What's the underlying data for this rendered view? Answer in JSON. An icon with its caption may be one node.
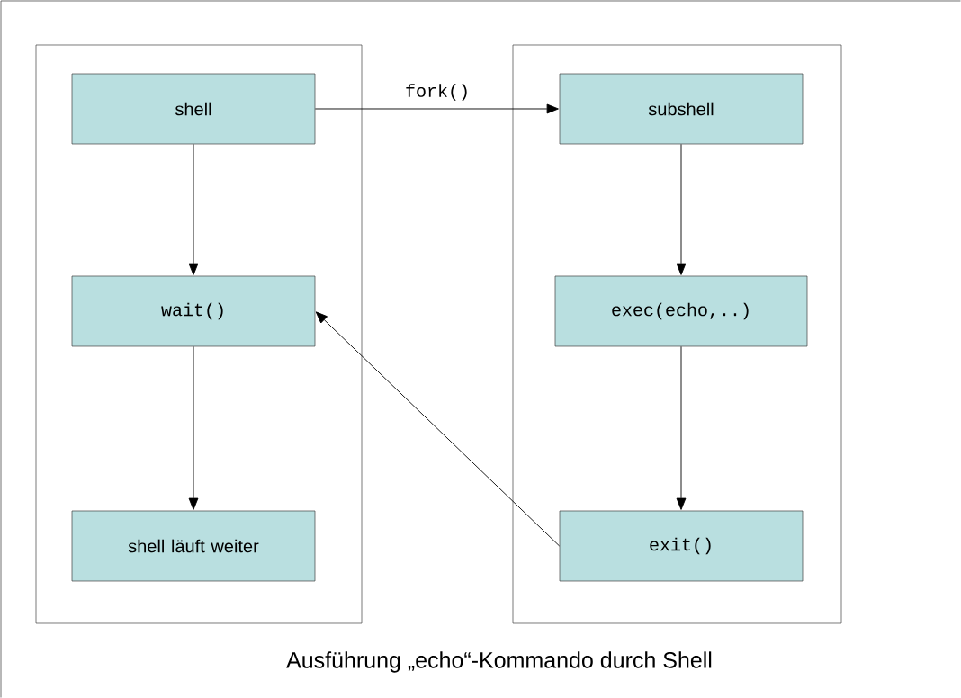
{
  "diagram": {
    "caption": "Ausführung „echo“-Kommando durch Shell",
    "nodes": [
      {
        "text": [],
        "shape": "box"
      },
      {
        "text": [
          "shell"
        ],
        "in": 0
      },
      {
        "text": [
          "wait()"
        ],
        "in": 0
      },
      {
        "text": [
          "shell läuft weiter"
        ],
        "in": 0
      },
      {
        "text": [],
        "shape": "box"
      },
      {
        "text": [
          "subshell"
        ],
        "in": 4
      },
      {
        "text": [
          "exec(echo,..)"
        ],
        "in": 4
      },
      {
        "text": [
          "exit()"
        ],
        "in": 4
      }
    ],
    "edges": [
      {
        "from": 1,
        "to": 5,
        "arrow": "to",
        "label": "fork()"
      },
      {
        "from": 1,
        "to": 2,
        "arrow": "to"
      },
      {
        "from": 2,
        "to": 3,
        "arrow": "to"
      },
      {
        "from": 5,
        "to": 6,
        "arrow": "to"
      },
      {
        "from": 6,
        "to": 7,
        "arrow": "to"
      },
      {
        "from": 7,
        "to": 2,
        "arrow": "to"
      }
    ]
  }
}
